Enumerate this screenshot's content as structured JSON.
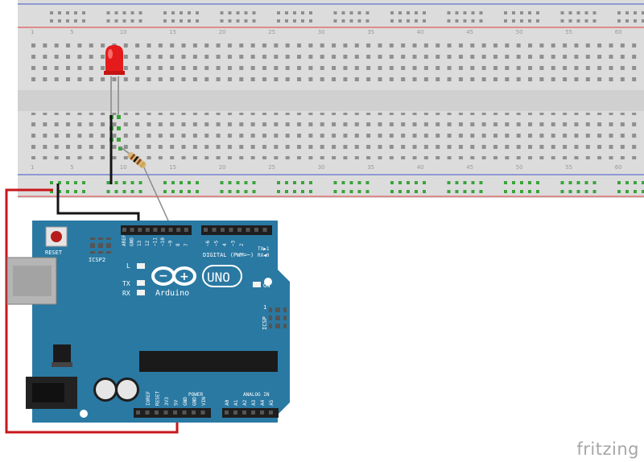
{
  "breadboard": {
    "column_numbers": [
      "1",
      "5",
      "10",
      "15",
      "20",
      "25",
      "30",
      "35",
      "40",
      "45",
      "50",
      "55",
      "60"
    ]
  },
  "board": {
    "name": "Arduino",
    "model": "UNO",
    "reset_label": "RESET",
    "icsp2_label": "ICSP2",
    "icsp_label": "ICSP",
    "digital_label": "DIGITAL (PWM=~)",
    "power_label": "POWER",
    "analog_label": "ANALOG IN",
    "on_label": "ON",
    "l_label": "L",
    "tx_label": "TX",
    "rx_label": "RX",
    "tx_pin_label": "TX▶1",
    "rx_pin_label": "RX◀0",
    "digital_pins": [
      "AREF",
      "GND",
      "13",
      "12",
      "~11",
      "~10",
      "~9",
      "8",
      "7",
      "~6",
      "~5",
      "4",
      "~3",
      "2"
    ],
    "power_pins": [
      "IOREF",
      "RESET",
      "3V3",
      "5V",
      "GND",
      "GND",
      "VIN"
    ],
    "analog_pins": [
      "A0",
      "A1",
      "A2",
      "A3",
      "A4",
      "A5"
    ],
    "icsp_one": "1"
  },
  "colors": {
    "board": "#2a79a3",
    "breadboard": "#dcdcdc",
    "rail_red": "#e03a3a",
    "rail_blue": "#3f57c8",
    "wire_red": "#c8171b",
    "wire_black": "#141414",
    "led": "#e51b1b"
  },
  "watermark": "fritzing"
}
